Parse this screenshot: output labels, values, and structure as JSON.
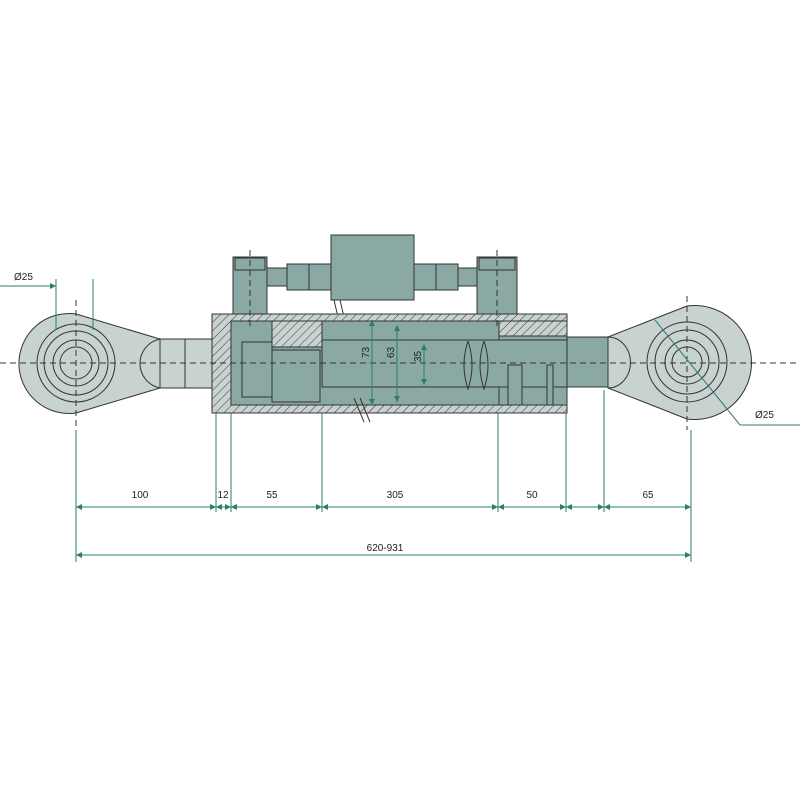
{
  "drawing": {
    "title": "Hydraulic top link cylinder",
    "colors": {
      "body": "#8aa9a5",
      "eye": "#c8d2d0",
      "line": "#333333",
      "dim": "#2e7d6b"
    },
    "diameters": {
      "left_pin": "Ø25",
      "right_pin": "Ø25",
      "outer": "73",
      "bore": "63",
      "rod": "35"
    },
    "dimensions": [
      "100",
      "12",
      "55",
      "305",
      "50",
      "65"
    ],
    "overall_length": "620-931"
  }
}
